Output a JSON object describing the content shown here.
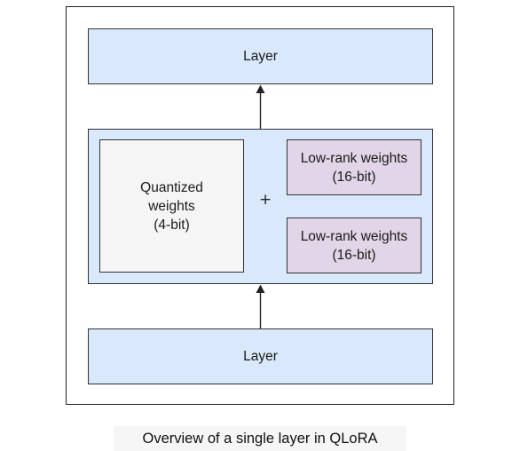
{
  "diagram": {
    "top_layer": {
      "label": "Layer"
    },
    "bottom_layer": {
      "label": "Layer"
    },
    "quantized": {
      "lines": [
        "Quantized",
        "weights",
        "(4-bit)"
      ]
    },
    "operator": "+",
    "lowrank_top": {
      "lines": [
        "Low-rank weights",
        "(16-bit)"
      ]
    },
    "lowrank_bottom": {
      "lines": [
        "Low-rank weights",
        "(16-bit)"
      ]
    }
  },
  "caption": "Overview of a single layer in QLoRA",
  "colors": {
    "layer_fill": "#dae8fc",
    "quantized_fill": "#f5f5f5",
    "lowrank_fill": "#e1d5e7",
    "stroke": "#333333"
  }
}
